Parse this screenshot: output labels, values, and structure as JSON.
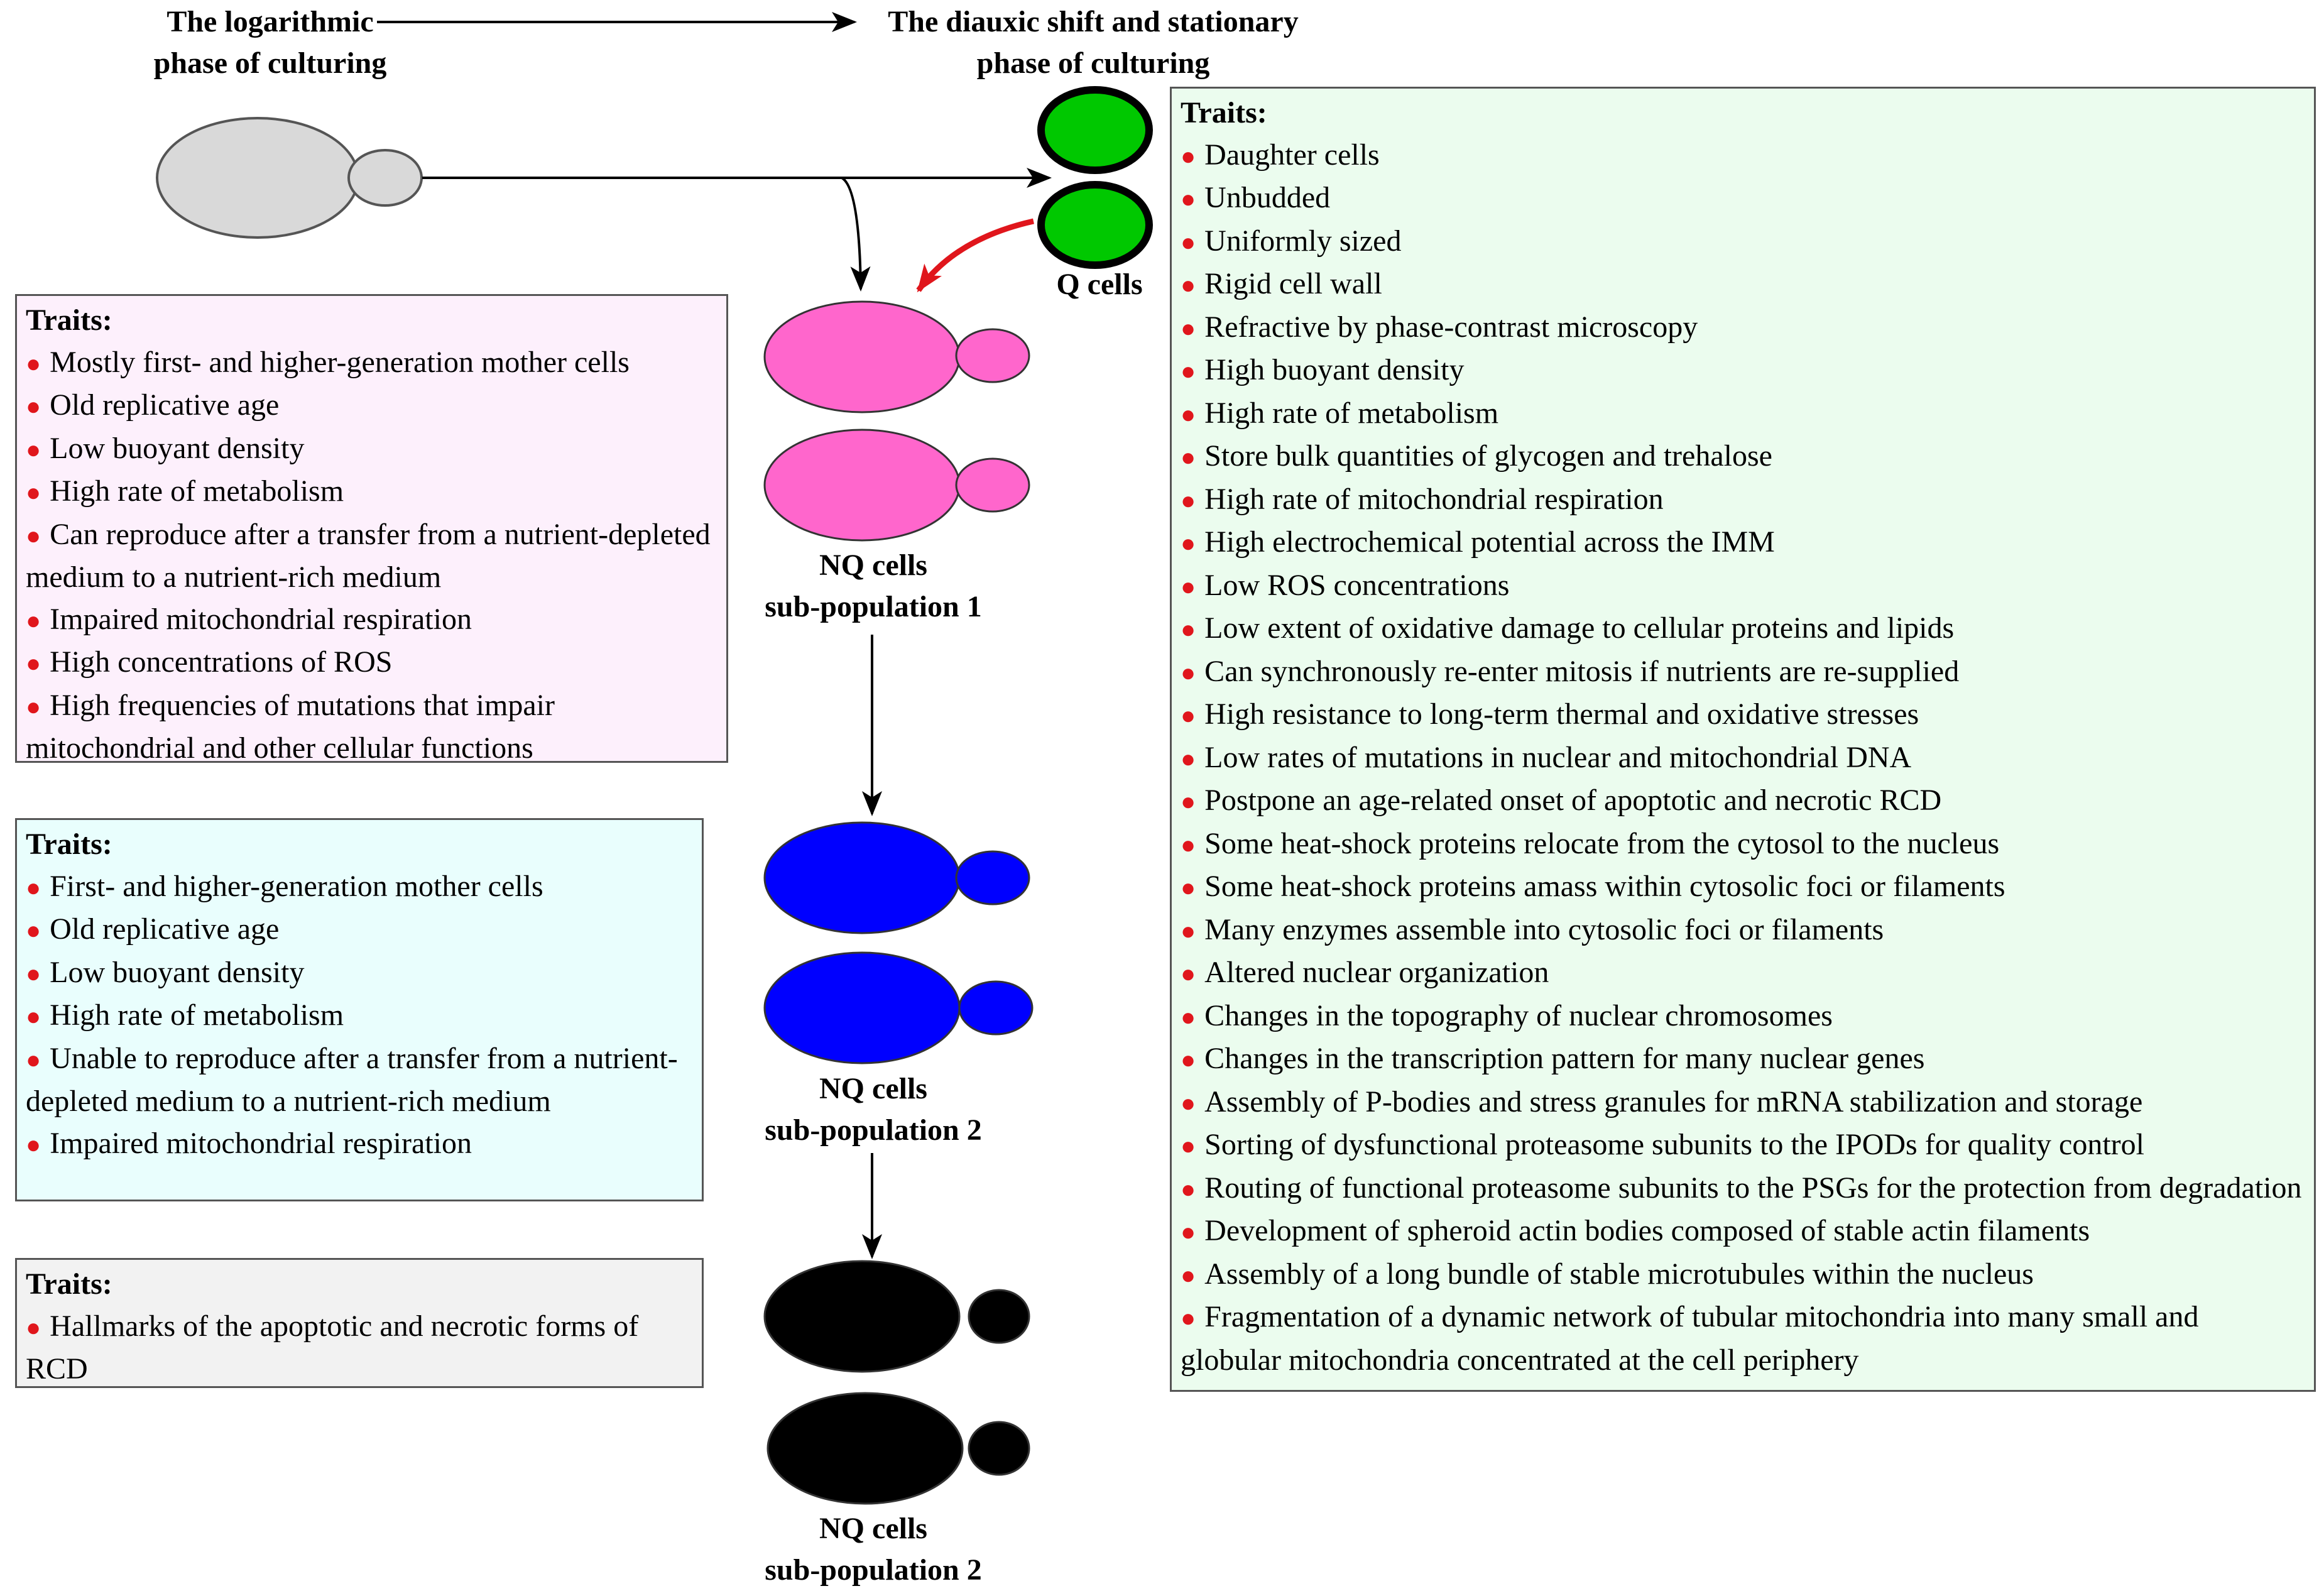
{
  "header": {
    "phase_left_line1": "The logarithmic",
    "phase_left_line2": "phase of culturing",
    "phase_right_line1": "The diauxic shift and stationary",
    "phase_right_line2": "phase of culturing"
  },
  "labels": {
    "q_cells": "Q cells",
    "nq1_line1": "NQ cells",
    "nq1_line2": "sub-population 1",
    "nq2a_line1": "NQ cells",
    "nq2a_line2": "sub-population 2",
    "nq2b_line1": "NQ cells",
    "nq2b_line2": "sub-population 2"
  },
  "colors": {
    "mother_cell": "#d9d9d9",
    "q_cell": "#00c800",
    "nq1_cell": "#ff66cc",
    "nq2_cell": "#0000ff",
    "nq3_cell": "#000000",
    "red_arrow": "#e0161c",
    "bullet": "#e0161c"
  },
  "q_box": {
    "title": "Traits:",
    "items": [
      "Daughter cells",
      "Unbudded",
      "Uniformly  sized",
      "Rigid cell wall",
      "Refractive by phase-contrast microscopy",
      "High buoyant density",
      "High rate of metabolism",
      "Store bulk quantities of glycogen and trehalose",
      "High rate of mitochondrial respiration",
      "High electrochemical  potential across the IMM",
      "Low ROS concentrations",
      "Low extent of oxidative damage to cellular  proteins and lipids",
      "Can synchronously re-enter mitosis if nutrients are re-supplied",
      "High resistance to long-term thermal and oxidative stresses",
      "Low rates of mutations in nuclear and mitochondrial DNA",
      "Postpone an age-related  onset of apoptotic and necrotic RCD",
      "Some heat-shock proteins relocate from the cytosol to the nucleus",
      "Some heat-shock proteins amass within cytosolic foci or filaments",
      "Many enzymes assemble into cytosolic foci or filaments",
      "Altered nuclear organization",
      "Changes in the topography of nuclear chromosomes",
      "Changes in the transcription pattern for many nuclear genes",
      "Assembly of P-bodies and stress granules for mRNA stabilization  and storage",
      "Sorting of dysfunctional proteasome subunits to the IPODs for quality control",
      "Routing of functional proteasome subunits to the PSGs for the protection from degradation",
      "Development of spheroid actin bodies composed of stable actin filaments",
      "Assembly of a long bundle of stable microtubules within the nucleus",
      "Fragmentation of a dynamic network of tubular mitochondria into many small and globular mitochondria concentrated at the cell periphery"
    ]
  },
  "nq1_box": {
    "title": "Traits:",
    "items": [
      "Mostly first- and higher-generation mother cells",
      "Old replicative  age",
      "Low buoyant density",
      "High rate of metabolism",
      "Can reproduce after a transfer from a nutrient-depleted medium to a nutrient-rich medium",
      "Impaired mitochondrial respiration",
      "High concentrations of ROS",
      "High frequencies of mutations that impair mitochondrial and other cellular  functions"
    ]
  },
  "nq2_box": {
    "title": "Traits:",
    "items": [
      "First- and higher-generation mother cells",
      "Old replicative  age",
      "Low buoyant density",
      "High rate of metabolism",
      "Unable to reproduce after a transfer from a nutrient-depleted medium to a nutrient-rich medium",
      "Impaired mitochondrial respiration"
    ]
  },
  "nq3_box": {
    "title": "Traits:",
    "items": [
      "Hallmarks of the apoptotic and necrotic forms of RCD"
    ]
  }
}
